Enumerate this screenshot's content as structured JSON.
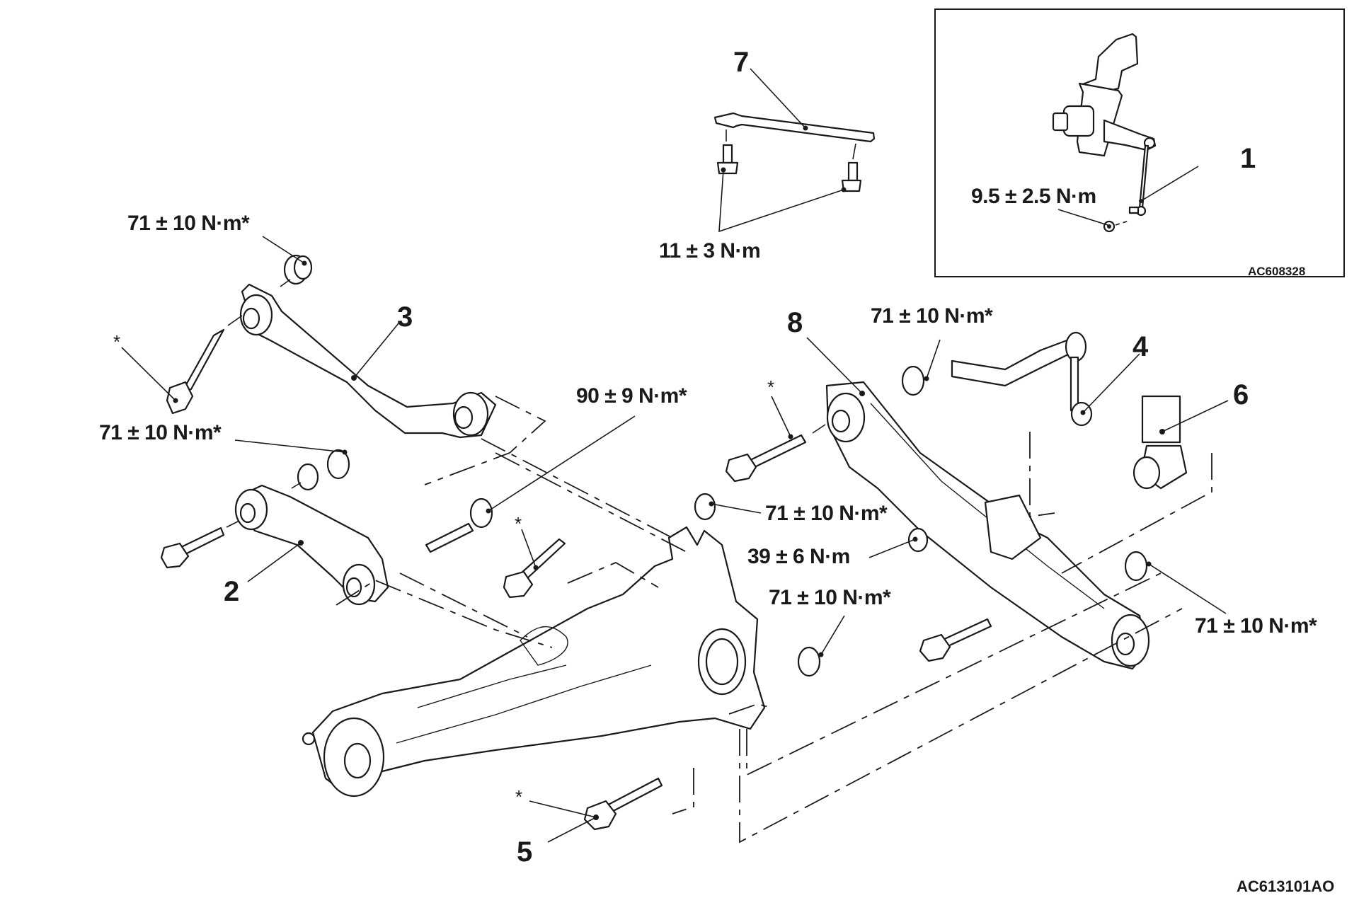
{
  "diagram": {
    "figure_code": "AC613101AO",
    "inset_code": "AC608328",
    "colors": {
      "ink": "#1a1a1a",
      "background": "#ffffff"
    },
    "callouts": [
      {
        "id": "1",
        "label": "1"
      },
      {
        "id": "2",
        "label": "2"
      },
      {
        "id": "3",
        "label": "3"
      },
      {
        "id": "4",
        "label": "4"
      },
      {
        "id": "5",
        "label": "5"
      },
      {
        "id": "6",
        "label": "6"
      },
      {
        "id": "7",
        "label": "7"
      },
      {
        "id": "8",
        "label": "8"
      }
    ],
    "torques": {
      "upper_arm_nut": "71 ± 10 N·m*",
      "lower_arm_nut": "71 ± 10 N·m*",
      "knuckle_bolt": "90 ± 9 N·m*",
      "bracket_bolts": "11 ± 3 N·m",
      "sensor_nut": "9.5 ± 2.5 N·m",
      "trailing_arm_nut": "71 ± 10 N·m*",
      "knuckle_nut_upper": "71 ± 10 N·m*",
      "stabilizer_nut": "39 ± 6 N·m",
      "knuckle_nut_lower": "71 ± 10 N·m*",
      "shock_lower_nut": "71 ± 10 N·m*"
    },
    "asterisk": "*"
  }
}
